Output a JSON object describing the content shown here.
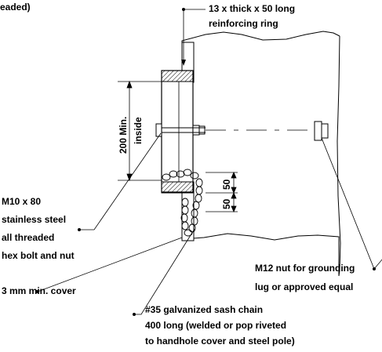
{
  "callouts": {
    "top_fragment": "eaded)",
    "reinforcing_ring": [
      "13 x thick x 50 long",
      "reinforcing ring"
    ],
    "hex_bolt": [
      "M10 x 80",
      "stainless steel",
      "all threaded",
      "hex bolt and nut"
    ],
    "grounding_nut": [
      "M12 nut for grounding",
      "lug or approved equal"
    ],
    "cover": "3 mm min. cover",
    "sash_chain": [
      "#35 galvanized sash chain",
      "400 long (welded or pop riveted",
      "to handhole cover and steel pole)"
    ]
  },
  "dimensions": {
    "inside_height": "200 Min.",
    "inside_label": "inside",
    "ring_width_upper": "50",
    "ring_width_lower": "50"
  }
}
